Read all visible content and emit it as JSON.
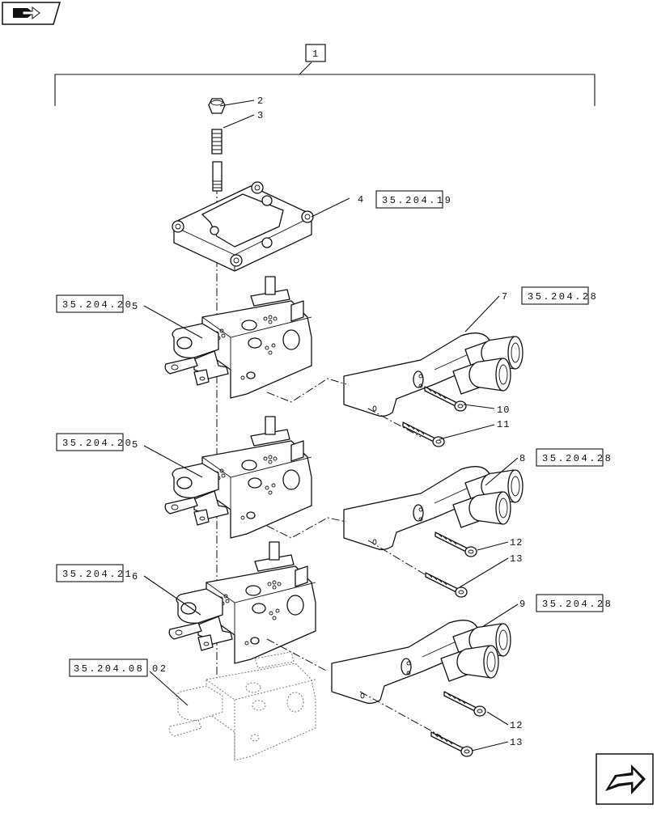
{
  "nav": {
    "prev_icon": "page-back-arrow-icon",
    "next_icon": "page-forward-arrow-icon"
  },
  "assembly_ref": "1",
  "references": {
    "r4": "35.204.19",
    "r5a": "35.204.20",
    "r5b": "35.204.20",
    "r6": "35.204.21",
    "r_prev": "35.204.08 02",
    "r7": "35.204.28",
    "r8": "35.204.28",
    "r9": "35.204.28"
  },
  "callouts": {
    "c2": "2",
    "c3": "3",
    "c4": "4",
    "c5a": "5",
    "c5b": "5",
    "c6": "6",
    "c7": "7",
    "c8": "8",
    "c9": "9",
    "c10": "10",
    "c11": "11",
    "c12a": "12",
    "c13a": "13",
    "c12b": "12",
    "c13b": "13"
  }
}
